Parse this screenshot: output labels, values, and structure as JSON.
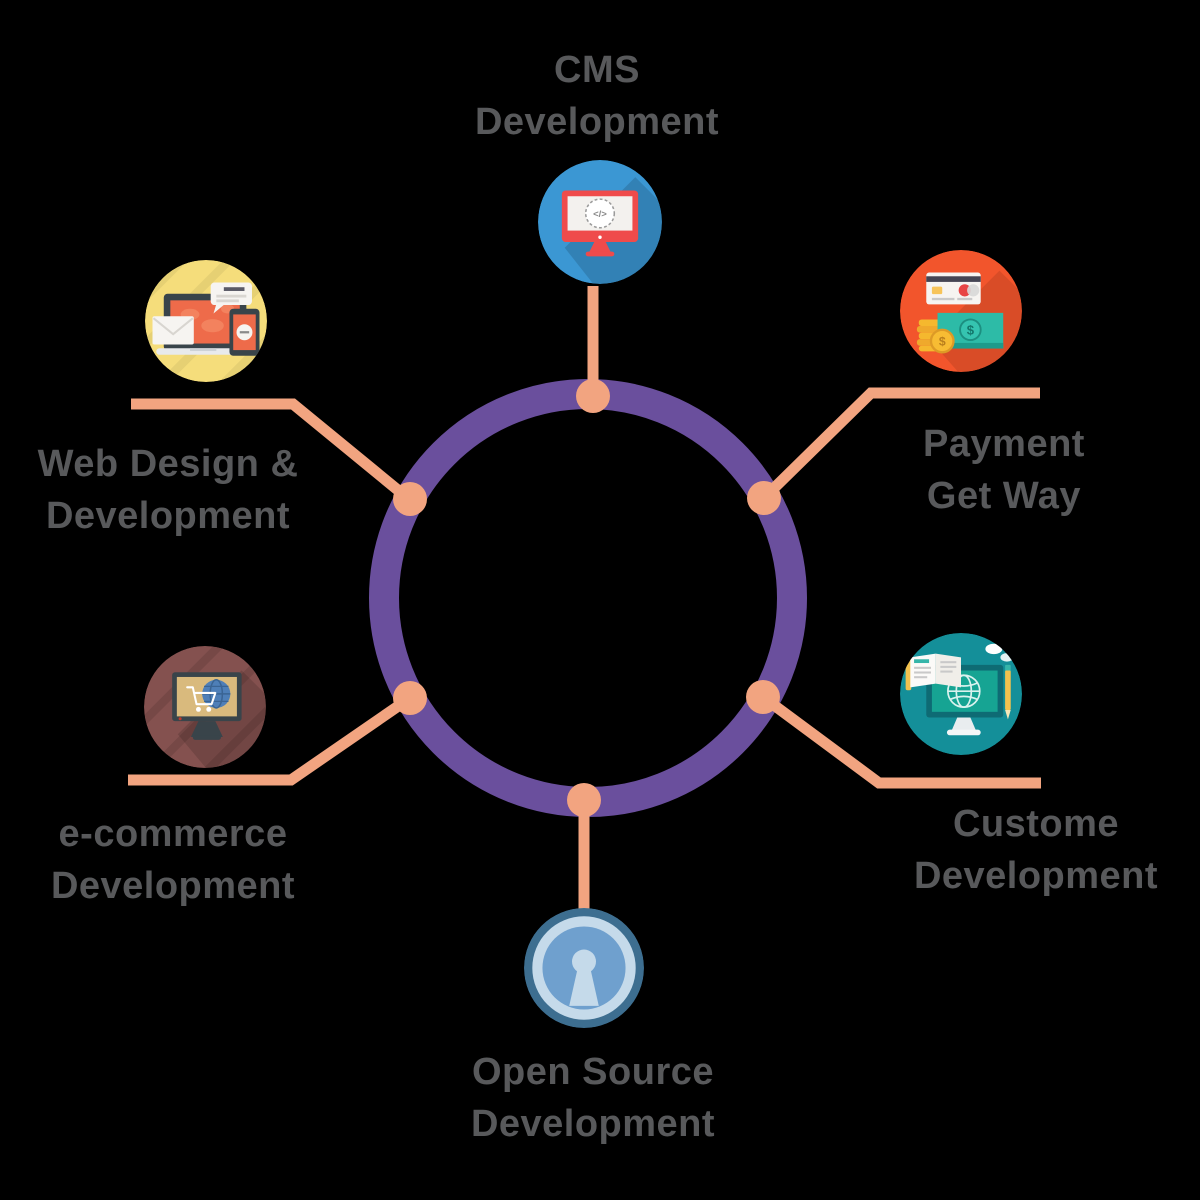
{
  "diagram": {
    "background_color": "#000000",
    "ring_color": "#6A4F9D",
    "connector_color": "#F2A480",
    "label_color": "#58595B",
    "nodes": [
      {
        "id": "cms",
        "lines": [
          "CMS",
          "Development"
        ],
        "icon": "cms-monitor-code-icon",
        "icon_bg": "#3B97D3",
        "code_glyph": "</>"
      },
      {
        "id": "payment",
        "lines": [
          "Payment",
          "Get Way"
        ],
        "icon": "credit-card-money-icon",
        "icon_bg": "#F2552C",
        "bill_symbol": "$",
        "coin_symbol": "$"
      },
      {
        "id": "custome",
        "lines": [
          "Custome",
          "Development"
        ],
        "icon": "custom-development-monitor-icon",
        "icon_bg": "#148F99"
      },
      {
        "id": "opensource",
        "lines": [
          "Open Source",
          "Development"
        ],
        "icon": "open-source-keyhole-icon",
        "icon_bg": "#3D6E90"
      },
      {
        "id": "ecommerce",
        "lines": [
          "e-commerce",
          "Development"
        ],
        "icon": "ecommerce-cart-monitor-icon",
        "icon_bg": "#84514F"
      },
      {
        "id": "webdesign",
        "lines": [
          "Web Design &",
          "Development"
        ],
        "icon": "web-design-devices-icon",
        "icon_bg": "#F5DD7B"
      }
    ]
  }
}
